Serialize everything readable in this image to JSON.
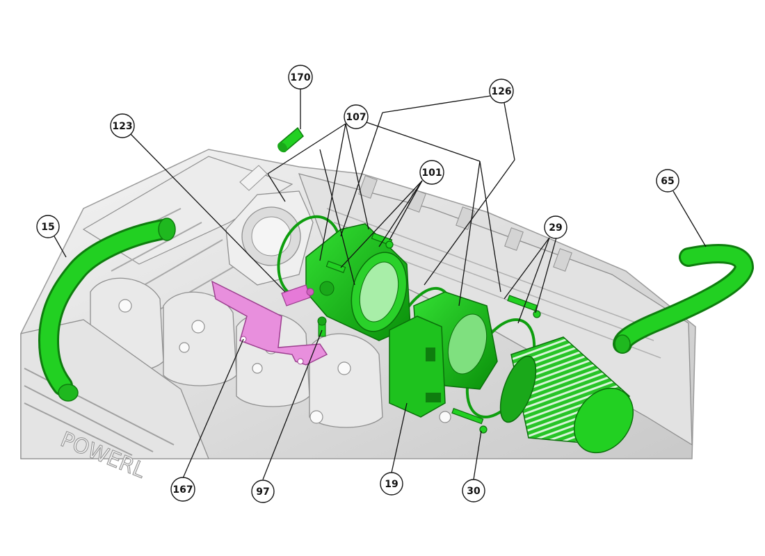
{
  "diagram": {
    "colors": {
      "part_highlight": "#1fcc1f",
      "part_dark": "#0e7d0e",
      "bracket": "#e67ad8",
      "bracket_dark": "#9c3f8f",
      "engine": "#e6e6e6",
      "engine_line": "#9a9a9a",
      "leader": "#111111"
    },
    "engine_logo_text": "POWERL",
    "callouts": [
      {
        "id": "c15",
        "label": "15"
      },
      {
        "id": "c123",
        "label": "123"
      },
      {
        "id": "c170",
        "label": "170"
      },
      {
        "id": "c107",
        "label": "107"
      },
      {
        "id": "c126",
        "label": "126"
      },
      {
        "id": "c101",
        "label": "101"
      },
      {
        "id": "c65",
        "label": "65"
      },
      {
        "id": "c29",
        "label": "29"
      },
      {
        "id": "c167",
        "label": "167"
      },
      {
        "id": "c97",
        "label": "97"
      },
      {
        "id": "c19",
        "label": "19"
      },
      {
        "id": "c30",
        "label": "30"
      }
    ]
  }
}
